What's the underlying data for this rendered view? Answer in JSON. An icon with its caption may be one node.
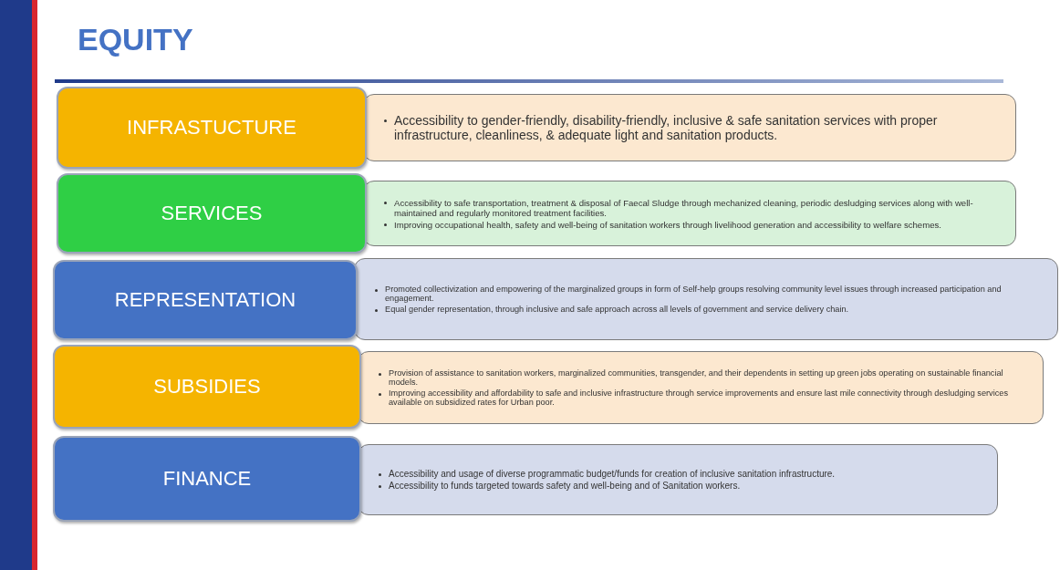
{
  "diagram": {
    "title": "EQUITY",
    "nodes": [
      {
        "text": [
          "INFRASTUCTURE"
        ]
      },
      {
        "text": [
          "Accessibility to gender-friendly, disability-friendly, inclusive & safe sanitation services with proper infrastructure, cleanliness, & adequate light and sanitation products."
        ]
      },
      {
        "text": [
          "SERVICES"
        ]
      },
      {
        "text": [
          "Accessibility to safe transportation, treatment & disposal of Faecal Sludge through mechanized cleaning, periodic desludging services along with well-maintained and regularly monitored treatment facilities.",
          "Improving occupational health, safety and well-being of sanitation workers through livelihood generation and accessibility to welfare schemes."
        ]
      },
      {
        "text": [
          "REPRESENTATION"
        ]
      },
      {
        "text": [
          "Promoted collectivization and empowering of the marginalized groups in form of Self-help groups resolving community level issues through increased participation and engagement.",
          "Equal gender representation, through inclusive and safe approach across all levels of government and service delivery chain."
        ]
      },
      {
        "text": [
          "SUBSIDIES"
        ]
      },
      {
        "text": [
          "Provision of assistance to sanitation workers, marginalized communities, transgender, and their dependents in setting up green jobs operating on sustainable financial models.",
          "Improving accessibility and affordability to safe and inclusive infrastructure through service improvements and ensure last mile connectivity through desludging services available on subsidized rates for Urban poor."
        ]
      },
      {
        "text": [
          "FINANCE"
        ]
      },
      {
        "text": [
          "Accessibility and usage of diverse programmatic budget/funds for creation of inclusive sanitation infrastructure.",
          "Accessibility to funds targeted towards safety and well-being and of Sanitation workers."
        ]
      }
    ],
    "edges": []
  }
}
